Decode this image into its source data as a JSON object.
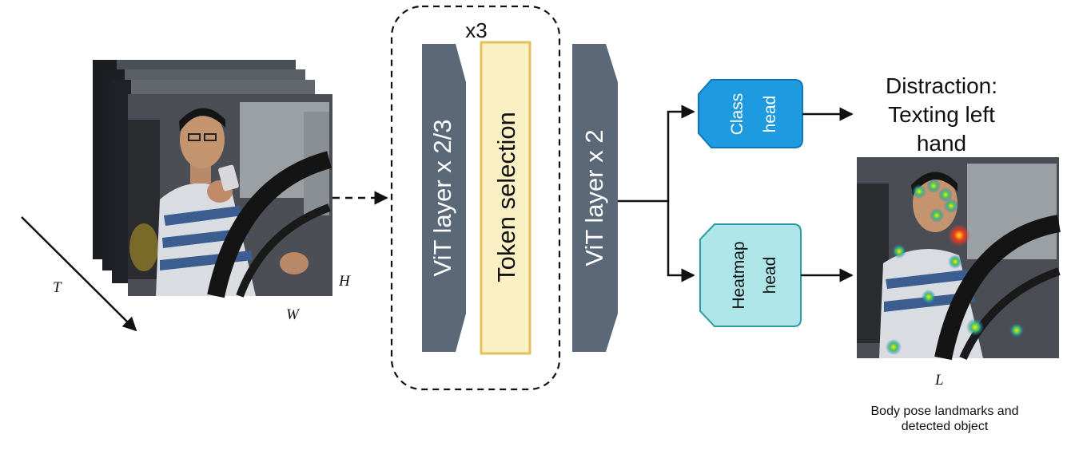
{
  "axes": {
    "t_label": "T",
    "h_label": "H",
    "w_label": "W"
  },
  "loop": {
    "repeat_label": "x3"
  },
  "blocks": {
    "vit_a": "ViT layer x 2/3",
    "token_selection": "Token selection",
    "vit_b": "ViT layer x 2"
  },
  "heads": {
    "class_line1": "Class",
    "class_line2": "head",
    "heatmap_line1": "Heatmap",
    "heatmap_line2": "head"
  },
  "output": {
    "line1": "Distraction:",
    "line2": "Texting left",
    "line3": "hand",
    "l_label": "L",
    "caption_line1": "Body pose landmarks and",
    "caption_line2": "detected object"
  },
  "colors": {
    "vit_fill": "#5a6878",
    "token_fill": "#fbf0c4",
    "token_stroke": "#e2c15a",
    "class_fill": "#1e9be0",
    "class_stroke": "#1377b5",
    "heatmap_fill": "#ade5e8",
    "heatmap_stroke": "#2a9ca2"
  }
}
